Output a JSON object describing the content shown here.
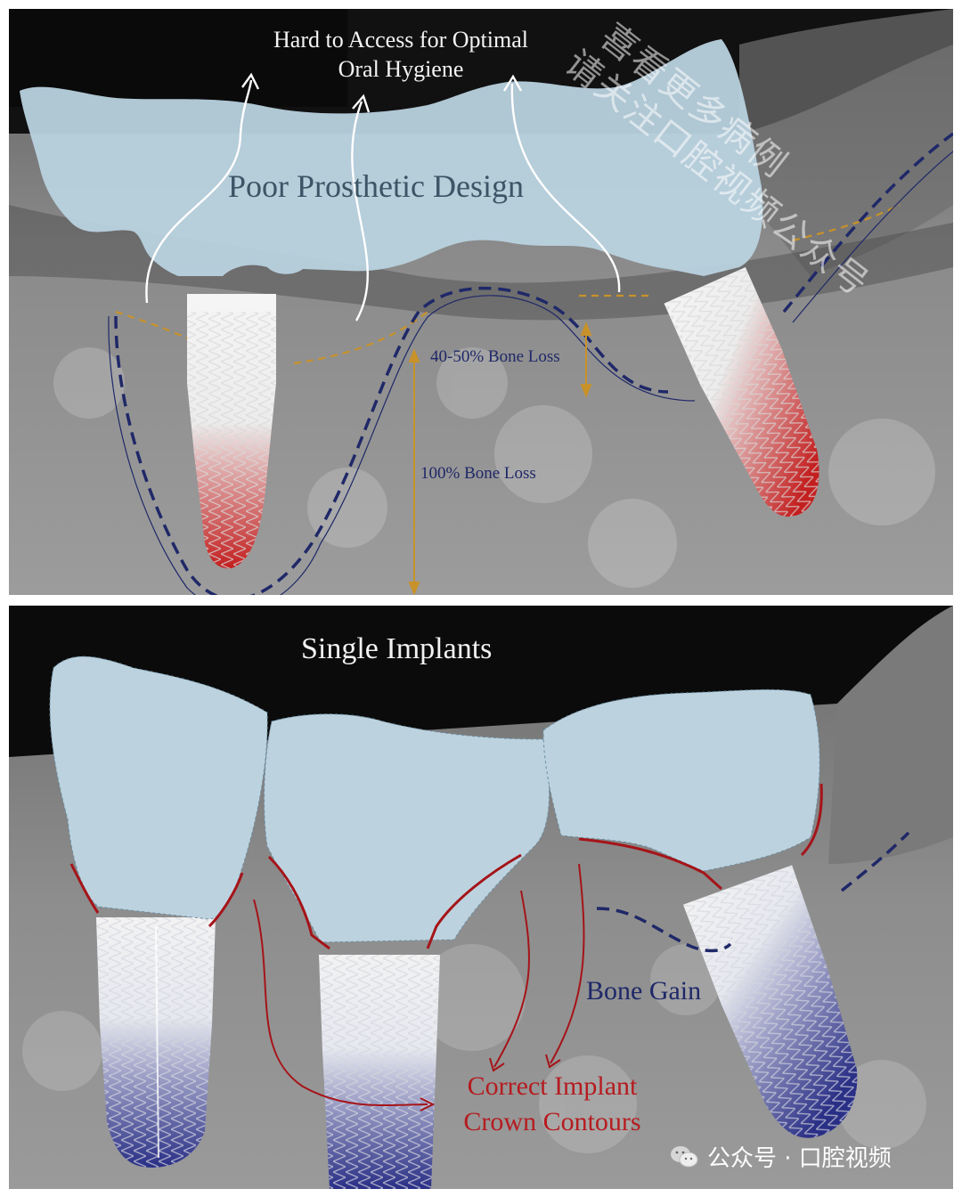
{
  "top_panel": {
    "access_label": [
      "Hard to Access for Optimal",
      "Oral Hygiene"
    ],
    "design_label": "Poor Prosthetic Design",
    "bone_loss_partial": "40-50% Bone Loss",
    "bone_loss_full": "100% Bone Loss",
    "watermark": [
      "喜看更多病例",
      "请关注口腔视频公众号"
    ]
  },
  "bottom_panel": {
    "title": "Single Implants",
    "bone_gain_label": "Bone Gain",
    "contours_label": [
      "Correct Implant",
      "Crown Contours"
    ]
  },
  "footer_badge": {
    "text": "公众号 · 口腔视频",
    "icon": "wechat-icon"
  },
  "colors": {
    "crown": "#b9d2df",
    "implant_red": "#c62828",
    "implant_blue": "#2a2f86",
    "bone_line": "#1f2868",
    "margin_line": "#c8922a",
    "contour_red": "#a51419"
  }
}
